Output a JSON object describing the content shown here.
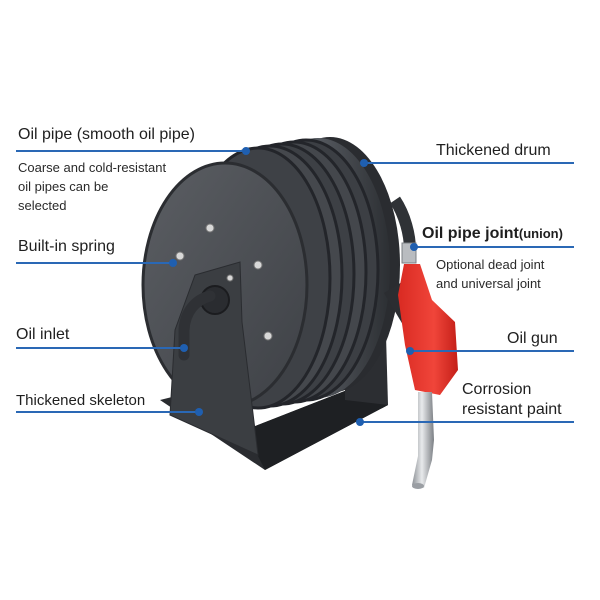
{
  "diagram": {
    "subject": "Oil hose reel with fuel nozzle",
    "accent_color": "#2a68b5",
    "labels": {
      "oil_pipe": {
        "title": "Oil pipe (smooth oil pipe)",
        "note_lines": [
          "Coarse and cold-resistant",
          "oil pipes can be",
          "selected"
        ]
      },
      "thickened_drum": {
        "title": "Thickened drum"
      },
      "built_in_spring": {
        "title": "Built-in spring"
      },
      "oil_pipe_joint": {
        "title": "Oil pipe joint",
        "suffix": "(union)",
        "note_lines": [
          "Optional dead joint",
          "and universal joint"
        ]
      },
      "oil_inlet": {
        "title": "Oil inlet"
      },
      "oil_gun": {
        "title": "Oil gun"
      },
      "thickened_skeleton": {
        "title": "Thickened skeleton"
      },
      "corrosion_paint": {
        "title_lines": [
          "Corrosion",
          "resistant paint"
        ]
      }
    }
  }
}
